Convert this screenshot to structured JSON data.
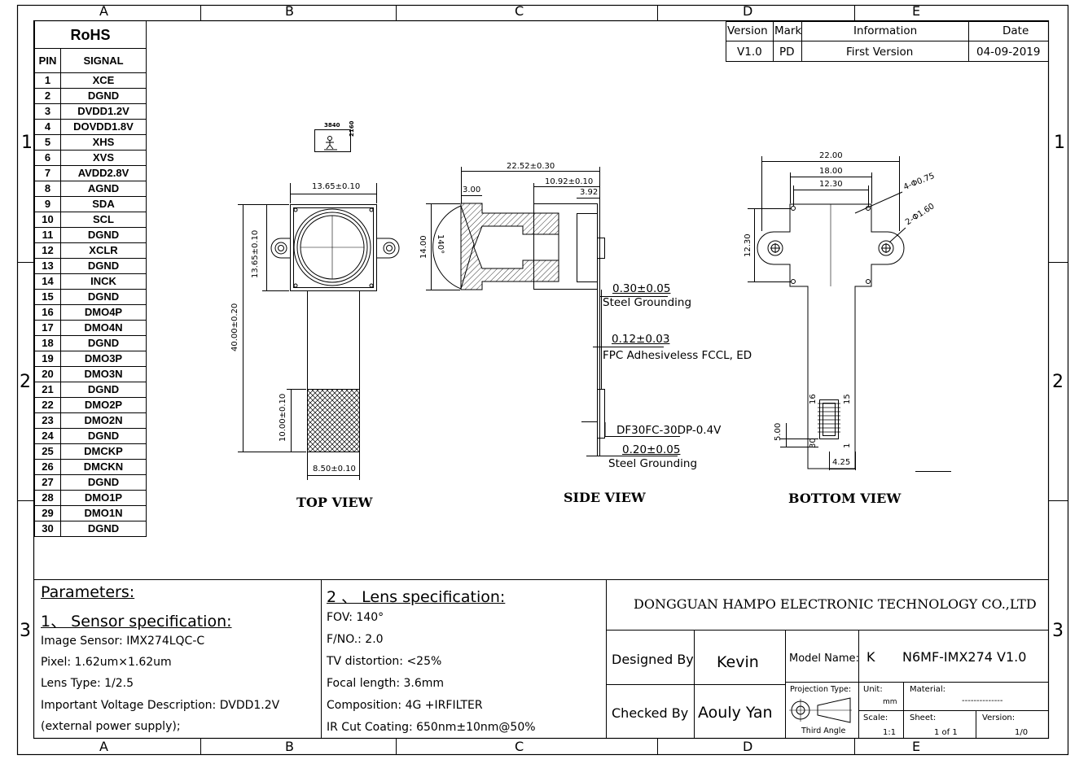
{
  "grid": {
    "columns": [
      "A",
      "B",
      "C",
      "D",
      "E"
    ],
    "rows": [
      "1",
      "2",
      "3"
    ]
  },
  "pin_table": {
    "title": "RoHS",
    "header": {
      "pin": "PIN",
      "signal": "SIGNAL"
    },
    "rows": [
      {
        "pin": "1",
        "signal": "XCE"
      },
      {
        "pin": "2",
        "signal": "DGND"
      },
      {
        "pin": "3",
        "signal": "DVDD1.2V"
      },
      {
        "pin": "4",
        "signal": "DOVDD1.8V"
      },
      {
        "pin": "5",
        "signal": "XHS"
      },
      {
        "pin": "6",
        "signal": "XVS"
      },
      {
        "pin": "7",
        "signal": "AVDD2.8V"
      },
      {
        "pin": "8",
        "signal": "AGND"
      },
      {
        "pin": "9",
        "signal": "SDA"
      },
      {
        "pin": "10",
        "signal": "SCL"
      },
      {
        "pin": "11",
        "signal": "DGND"
      },
      {
        "pin": "12",
        "signal": "XCLR"
      },
      {
        "pin": "13",
        "signal": "DGND"
      },
      {
        "pin": "14",
        "signal": "INCK"
      },
      {
        "pin": "15",
        "signal": "DGND"
      },
      {
        "pin": "16",
        "signal": "DMO4P"
      },
      {
        "pin": "17",
        "signal": "DMO4N"
      },
      {
        "pin": "18",
        "signal": "DGND"
      },
      {
        "pin": "19",
        "signal": "DMO3P"
      },
      {
        "pin": "20",
        "signal": "DMO3N"
      },
      {
        "pin": "21",
        "signal": "DGND"
      },
      {
        "pin": "22",
        "signal": "DMO2P"
      },
      {
        "pin": "23",
        "signal": "DMO2N"
      },
      {
        "pin": "24",
        "signal": "DGND"
      },
      {
        "pin": "25",
        "signal": "DMCKP"
      },
      {
        "pin": "26",
        "signal": "DMCKN"
      },
      {
        "pin": "27",
        "signal": "DGND"
      },
      {
        "pin": "28",
        "signal": "DMO1P"
      },
      {
        "pin": "29",
        "signal": "DMO1N"
      },
      {
        "pin": "30",
        "signal": "DGND"
      }
    ]
  },
  "revision": {
    "headers": [
      "Version",
      "Mark",
      "Information",
      "Date"
    ],
    "row": [
      "V1.0",
      "PD",
      "First Version",
      "04-09-2019"
    ]
  },
  "label_icon": {
    "width_text": "3840",
    "height_text": "2160"
  },
  "top_view": {
    "title": "TOP VIEW",
    "dims": {
      "width": "13.65±0.10",
      "height": "13.65±0.10",
      "length": "40.00±0.20",
      "conn_length": "10.00±0.10",
      "conn_width": "8.50±0.10"
    }
  },
  "side_view": {
    "title": "SIDE VIEW",
    "dims": {
      "total": "22.52±0.30",
      "barrel": "10.92±0.10",
      "lens_front": "3.00",
      "board": "3.92",
      "height": "14.00",
      "fov": "140°"
    },
    "notes": [
      {
        "value": "0.30±0.05",
        "desc": "Steel Grounding"
      },
      {
        "value": "0.12±0.03",
        "desc": "FPC Adhesiveless FCCL, ED"
      },
      {
        "value": "DF30FC-30DP-0.4V",
        "desc": ""
      },
      {
        "value": "0.20±0.05",
        "desc": "Steel Grounding"
      }
    ]
  },
  "bottom_view": {
    "title": "BOTTOM VIEW",
    "dims": {
      "outer": "22.00",
      "inner": "18.00",
      "pcb": "12.30",
      "height": "12.30",
      "small_holes": "4-Φ0.75",
      "large_holes": "2-Φ1.60",
      "conn_height": "5.00",
      "conn_width": "4.25"
    },
    "pins": {
      "p16": "16",
      "p15": "15",
      "p30": "30",
      "p1": "1"
    }
  },
  "parameters": {
    "heading": "Parameters:",
    "sensor_heading": "1、 Sensor specification:",
    "sensor_lines": [
      "Image Sensor: IMX274LQC-C",
      "Pixel: 1.62um×1.62um",
      "Lens Type: 1/2.5",
      "Important Voltage Description: DVDD1.2V",
      "(external power supply);"
    ],
    "lens_heading": "2 、 Lens specification:",
    "lens_lines": [
      "FOV: 140°",
      "F/NO.: 2.0",
      "TV distortion: <25%",
      "Focal length: 3.6mm",
      "Composition: 4G +IRFILTER",
      "IR Cut Coating: 650nm±10nm@50%"
    ]
  },
  "title_block": {
    "company": "DONGGUAN HAMPO ELECTRONIC TECHNOLOGY CO.,LTD",
    "designed_label": "Designed By",
    "designed_value": "Kevin",
    "checked_label": "Checked By",
    "checked_value": "Aouly Yan",
    "model_label": "Model Name:",
    "model_prefix": "K",
    "model_value": "N6MF-IMX274 V1.0",
    "projection_label": "Projection Type:",
    "projection_value": "Third Angle",
    "unit_label": "Unit:",
    "unit_value": "mm",
    "material_label": "Material:",
    "material_value": "--------------",
    "scale_label": "Scale:",
    "scale_value": "1:1",
    "sheet_label": "Sheet:",
    "sheet_value": "1 of 1",
    "version_label": "Version:",
    "version_value": "1/0"
  }
}
